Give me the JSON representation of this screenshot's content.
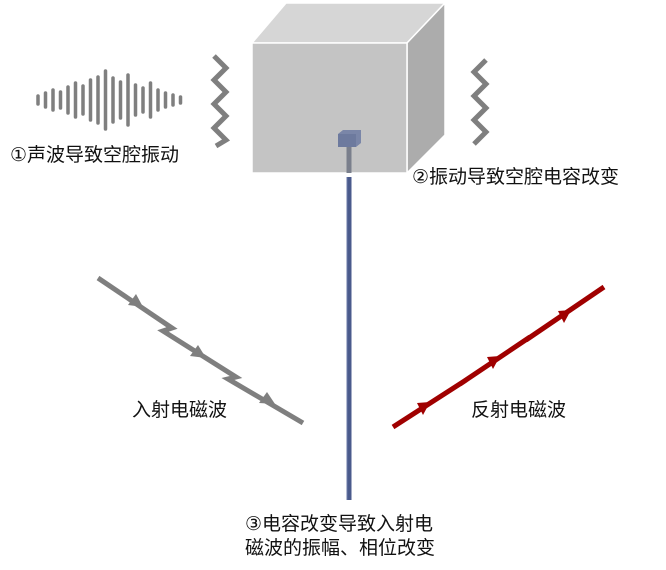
{
  "labels": {
    "step1": "①声波导致空腔振动",
    "step2": "②振动导致空腔电容改变",
    "incident": "入射电磁波",
    "reflected": "反射电磁波",
    "step3_line1": "③电容改变导致入射电",
    "step3_line2": "磁波的振幅、相位改变"
  },
  "colors": {
    "gray_wave": "#7f7f7f",
    "reflected_wave": "#a00000",
    "probe": "#4a5a8c",
    "cube_front": "#c4c4c4",
    "cube_top": "#d6d6d6",
    "cube_side": "#acacac"
  }
}
